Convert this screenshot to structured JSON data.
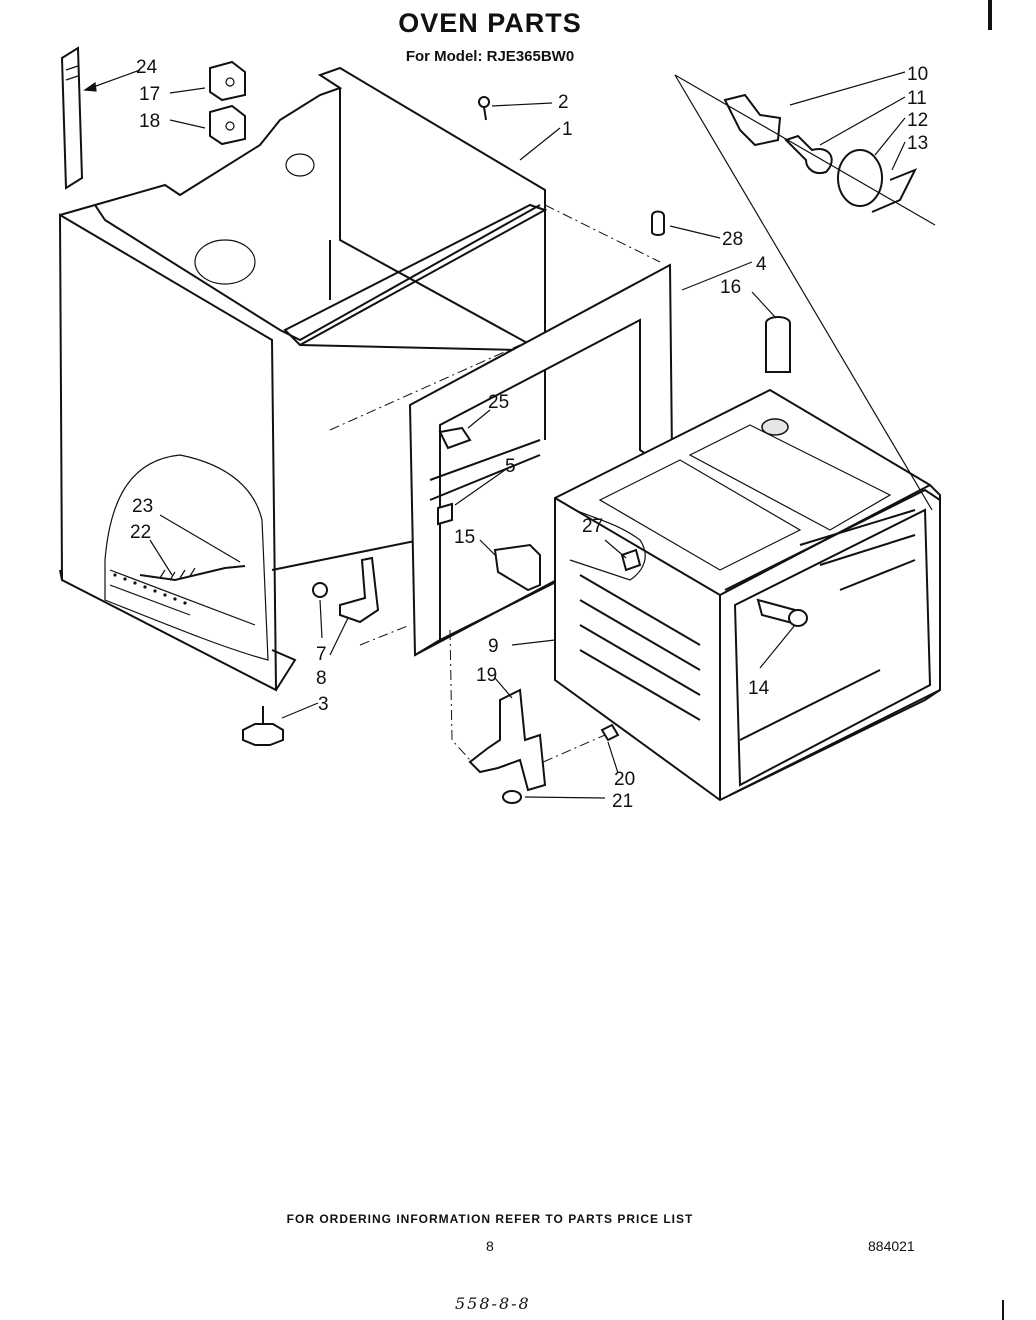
{
  "header": {
    "title": "OVEN PARTS",
    "subtitle": "For Model: RJE365BW0"
  },
  "callouts": [
    {
      "num": "24"
    },
    {
      "num": "17"
    },
    {
      "num": "18"
    },
    {
      "num": "2"
    },
    {
      "num": "1"
    },
    {
      "num": "10"
    },
    {
      "num": "11"
    },
    {
      "num": "12"
    },
    {
      "num": "13"
    },
    {
      "num": "28"
    },
    {
      "num": "4"
    },
    {
      "num": "16"
    },
    {
      "num": "25"
    },
    {
      "num": "5"
    },
    {
      "num": "23"
    },
    {
      "num": "22"
    },
    {
      "num": "27"
    },
    {
      "num": "15"
    },
    {
      "num": "9"
    },
    {
      "num": "7"
    },
    {
      "num": "8"
    },
    {
      "num": "3"
    },
    {
      "num": "19"
    },
    {
      "num": "14"
    },
    {
      "num": "20"
    },
    {
      "num": "21"
    }
  ],
  "footer": {
    "note": "FOR ORDERING INFORMATION REFER TO PARTS PRICE LIST",
    "page_number": "8",
    "doc_code": "884021",
    "handwritten": "558-8-8"
  }
}
